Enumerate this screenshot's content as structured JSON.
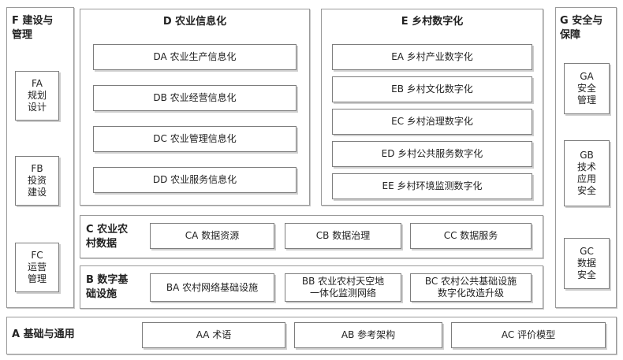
{
  "F": {
    "title": "F 建设与\n管理",
    "items": [
      "FA\n规划\n设计",
      "FB\n投资\n建设",
      "FC\n运营\n管理"
    ]
  },
  "D": {
    "title": "D 农业信息化",
    "items": [
      "DA 农业生产信息化",
      "DB 农业经营信息化",
      "DC 农业管理信息化",
      "DD 农业服务信息化"
    ]
  },
  "E": {
    "title": "E 乡村数字化",
    "items": [
      "EA 乡村产业数字化",
      "EB 乡村文化数字化",
      "EC 乡村治理数字化",
      "ED 乡村公共服务数字化",
      "EE 乡村环境监测数字化"
    ]
  },
  "G": {
    "title": "G 安全与\n保障",
    "items": [
      "GA\n安全\n管理",
      "GB\n技术\n应用\n安全",
      "GC\n数据\n安全"
    ]
  },
  "C": {
    "title": "C 农业农\n村数据",
    "items": [
      "CA 数据资源",
      "CB 数据治理",
      "CC 数据服务"
    ]
  },
  "B": {
    "title": "B 数字基\n础设施",
    "items": [
      "BA 农村网络基础设施",
      "BB 农业农村天空地\n一体化监测网络",
      "BC 农村公共基础设施\n数字化改造升级"
    ]
  },
  "A": {
    "title": "A 基础与通用",
    "items": [
      "AA 术语",
      "AB 参考架构",
      "AC 评价模型"
    ]
  }
}
